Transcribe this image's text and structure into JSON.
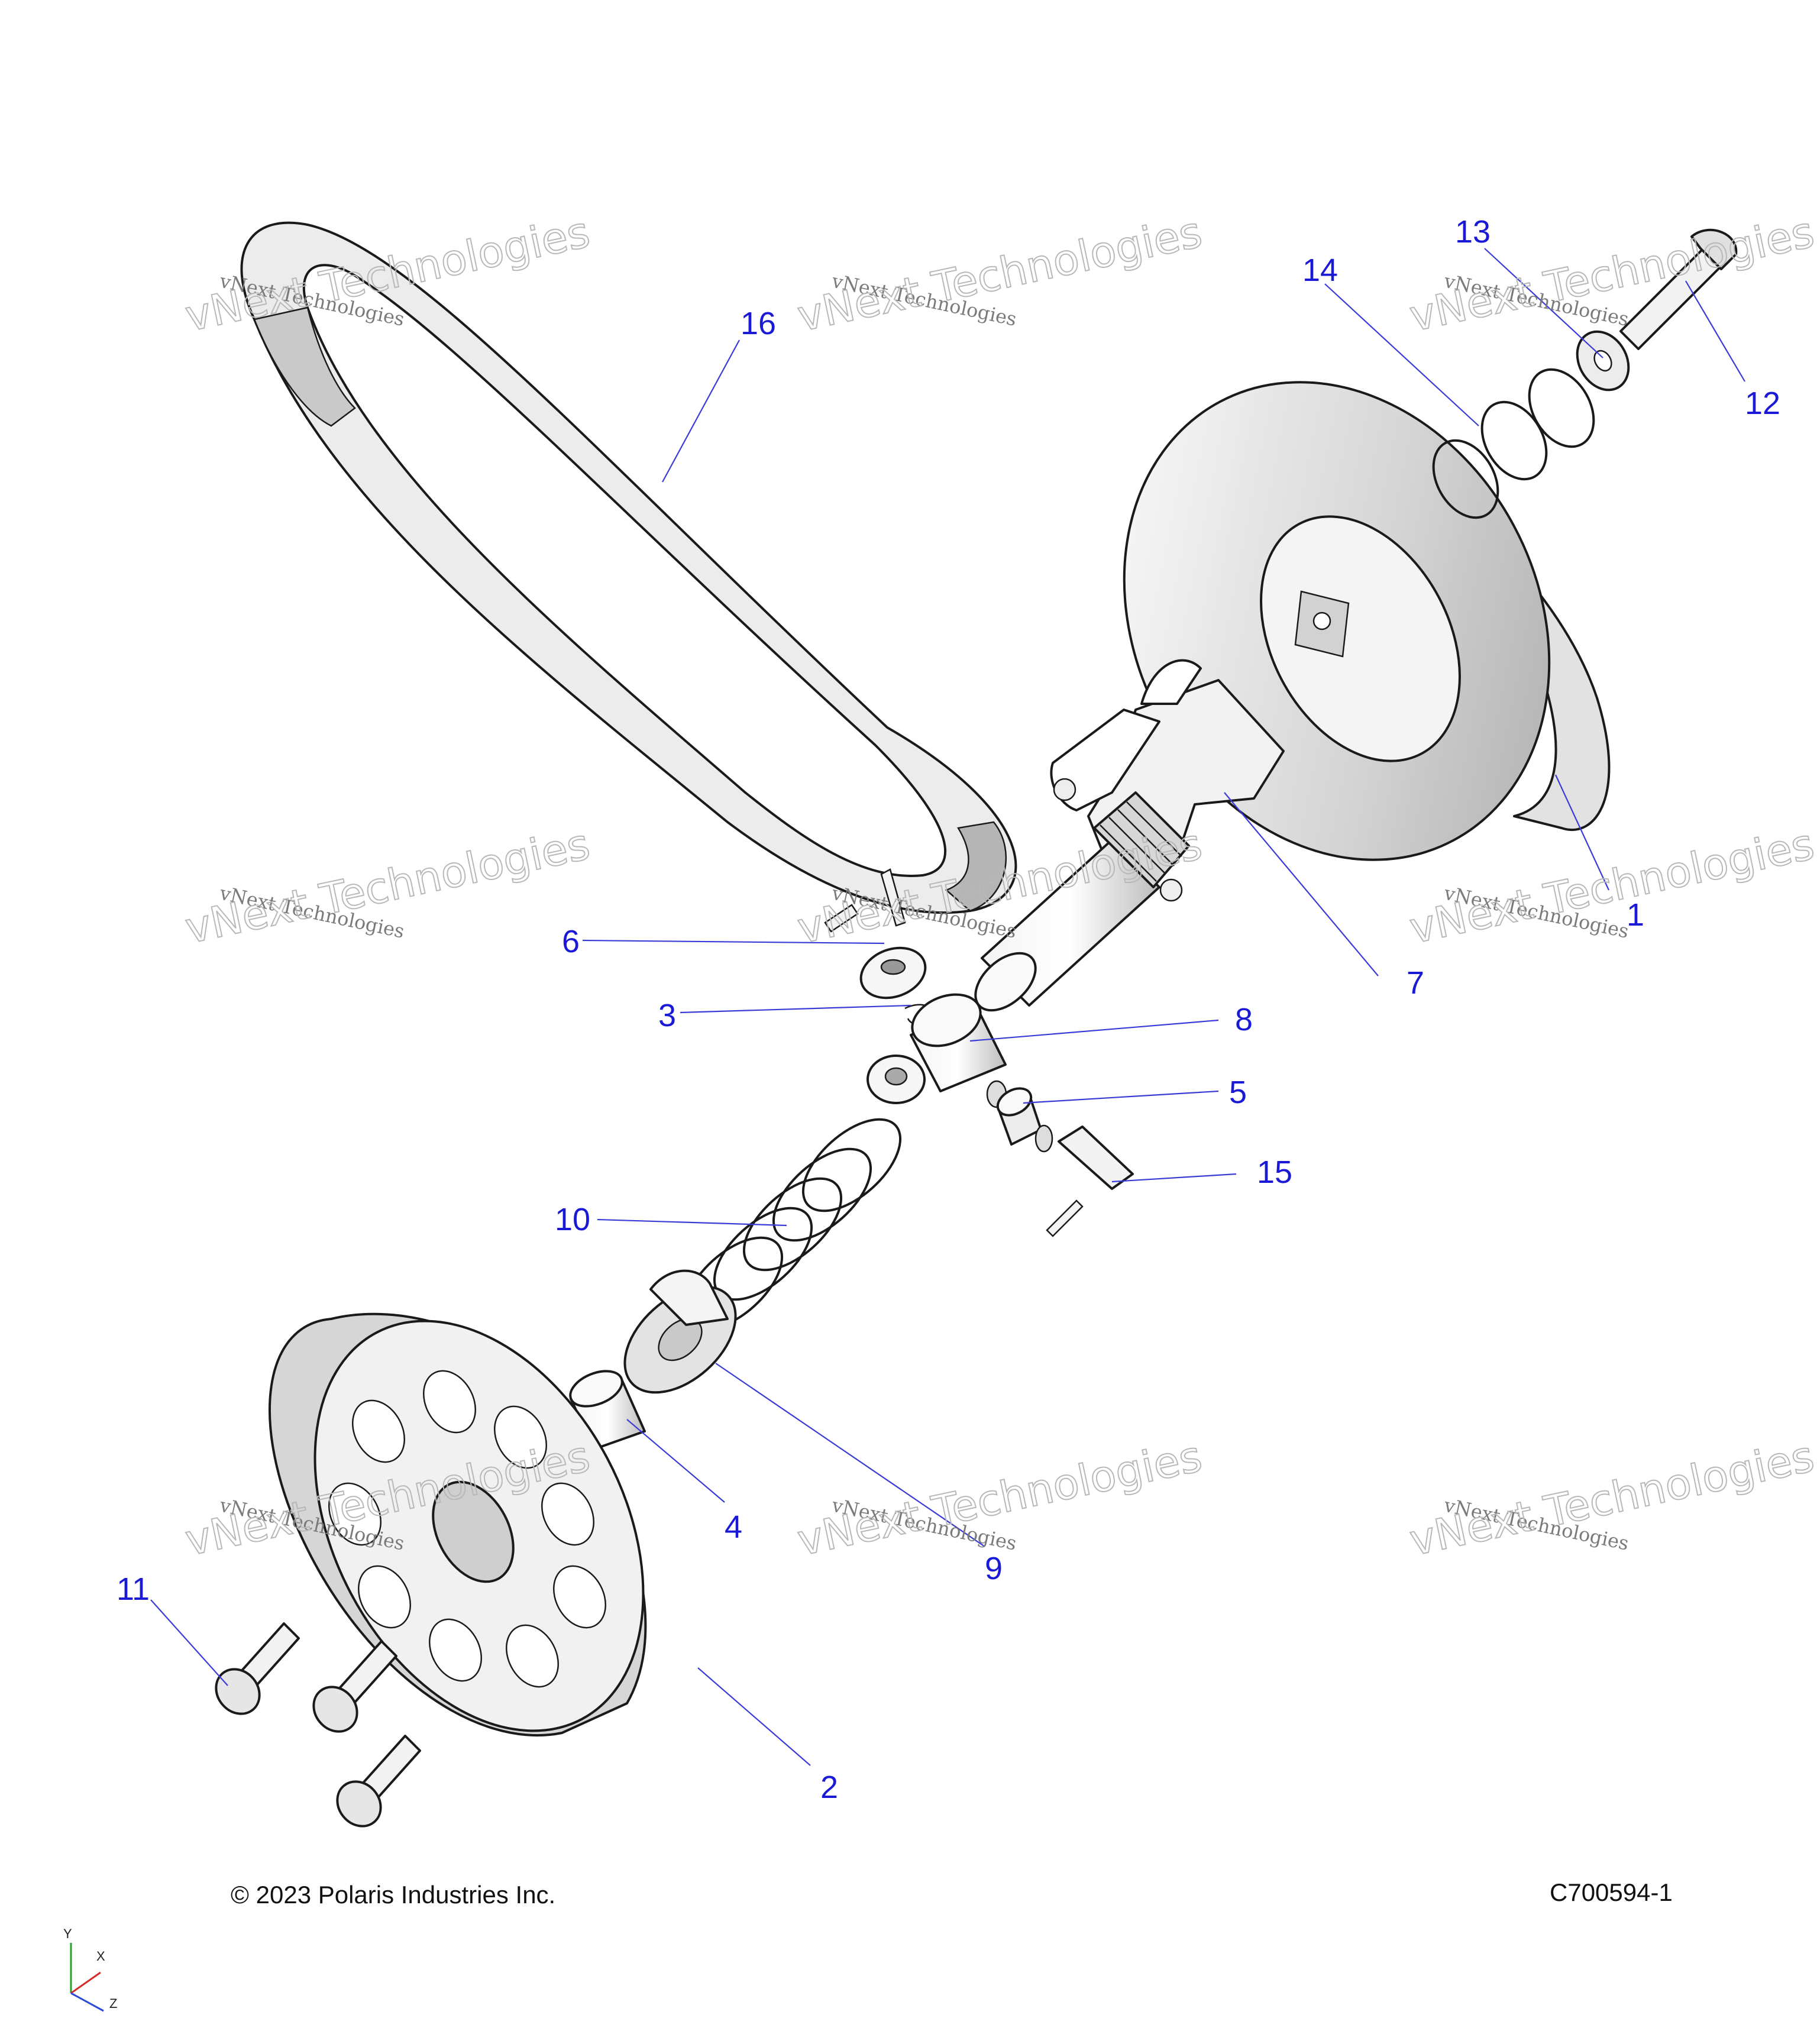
{
  "callouts": [
    {
      "id": "1",
      "label": "1"
    },
    {
      "id": "2",
      "label": "2"
    },
    {
      "id": "3",
      "label": "3"
    },
    {
      "id": "4",
      "label": "4"
    },
    {
      "id": "5",
      "label": "5"
    },
    {
      "id": "6",
      "label": "6"
    },
    {
      "id": "7",
      "label": "7"
    },
    {
      "id": "8",
      "label": "8"
    },
    {
      "id": "9",
      "label": "9"
    },
    {
      "id": "10",
      "label": "10"
    },
    {
      "id": "11",
      "label": "11"
    },
    {
      "id": "12",
      "label": "12"
    },
    {
      "id": "13",
      "label": "13"
    },
    {
      "id": "14",
      "label": "14"
    },
    {
      "id": "15",
      "label": "15"
    },
    {
      "id": "16",
      "label": "16"
    }
  ],
  "watermark": {
    "small": "vNext Technologies",
    "large": "vNext Technologies"
  },
  "footer": {
    "copyright": "© 2023 Polaris Industries Inc.",
    "diagram_code": "C700594-1"
  },
  "axes": {
    "y": "Y",
    "x": "X",
    "z": "Z"
  },
  "colors": {
    "callout": "#1a1ad6",
    "part_fill": "#ececec",
    "part_shade": "#b9b9b9"
  }
}
